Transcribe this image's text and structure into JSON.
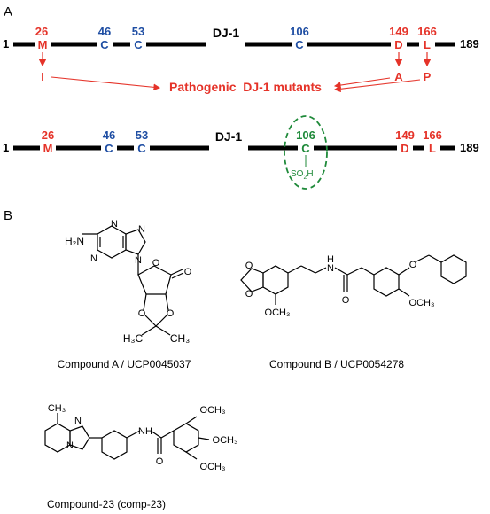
{
  "panel_a": {
    "label": "A",
    "top_track": {
      "start": "1",
      "end": "189",
      "name": "DJ-1",
      "sites": [
        {
          "num": "26",
          "aa": "M",
          "color": "red",
          "mutant": "I"
        },
        {
          "num": "46",
          "aa": "C",
          "color": "blue"
        },
        {
          "num": "53",
          "aa": "C",
          "color": "blue"
        },
        {
          "num": "106",
          "aa": "C",
          "color": "blue"
        },
        {
          "num": "149",
          "aa": "D",
          "color": "red",
          "mutant": "A"
        },
        {
          "num": "166",
          "aa": "L",
          "color": "red",
          "mutant": "P"
        }
      ],
      "mutants_label": "Pathogenic  DJ-1 mutants"
    },
    "bottom_track": {
      "start": "1",
      "end": "189",
      "name": "DJ-1",
      "sites": [
        {
          "num": "26",
          "aa": "M",
          "color": "red"
        },
        {
          "num": "46",
          "aa": "C",
          "color": "blue"
        },
        {
          "num": "53",
          "aa": "C",
          "color": "blue"
        },
        {
          "num": "106",
          "aa": "C",
          "color": "green"
        },
        {
          "num": "149",
          "aa": "D",
          "color": "red"
        },
        {
          "num": "166",
          "aa": "L",
          "color": "red"
        }
      ],
      "oxidation_label": "SO",
      "oxidation_sub": "2",
      "oxidation_tail": "H"
    },
    "colors": {
      "red": "#e53329",
      "blue": "#1f4ea3",
      "green": "#1f8a3a"
    }
  },
  "panel_b": {
    "label": "B",
    "compounds": [
      {
        "caption": "Compound A / UCP0045037",
        "atoms": {
          "nh2": "H₂N",
          "n1": "N",
          "n2": "N",
          "n3": "N",
          "n4": "N",
          "o1": "O",
          "o2": "O",
          "o3": "O",
          "o4": "O",
          "me1": "H₃C",
          "me2": "CH₃"
        }
      },
      {
        "caption": "Compound B / UCP0054278",
        "atoms": {
          "o1": "O",
          "o2": "O",
          "nh": "H",
          "n": "N",
          "oc": "O",
          "ome1": "OCH₃",
          "o_bn": "O",
          "ome2": "OCH₃"
        }
      },
      {
        "caption": "Compound-23 (comp-23)",
        "atoms": {
          "n1": "N",
          "n2": "N",
          "nh": "NH",
          "o": "O",
          "ome1": "OCH₃",
          "ome2": "OCH₃",
          "ome3": "OCH₃"
        }
      }
    ]
  }
}
